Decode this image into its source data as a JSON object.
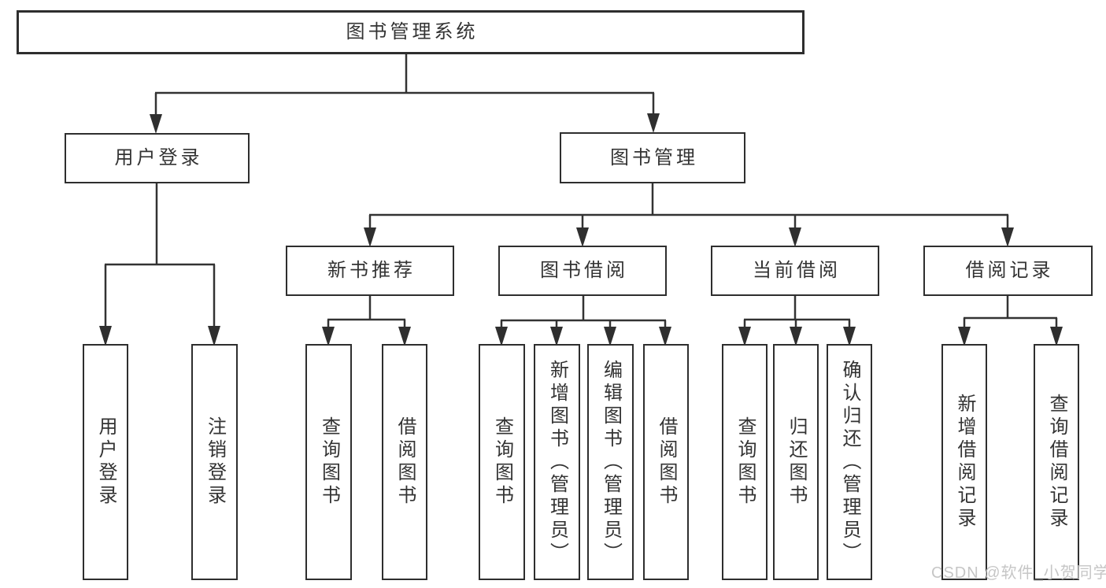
{
  "root": {
    "label": "图书管理系统"
  },
  "branches": [
    {
      "label": "用户登录",
      "leaves": [
        {
          "label": "用户登录"
        },
        {
          "label": "注销登录"
        }
      ]
    },
    {
      "label": "图书管理",
      "groups": [
        {
          "label": "新书推荐",
          "leaves": [
            {
              "label": "查询图书"
            },
            {
              "label": "借阅图书"
            }
          ]
        },
        {
          "label": "图书借阅",
          "leaves": [
            {
              "label": "查询图书"
            },
            {
              "label": "新增图书（管理员）"
            },
            {
              "label": "编辑图书（管理员）"
            },
            {
              "label": "借阅图书"
            }
          ]
        },
        {
          "label": "当前借阅",
          "leaves": [
            {
              "label": "查询图书"
            },
            {
              "label": "归还图书"
            },
            {
              "label": "确认归还（管理员）"
            }
          ]
        },
        {
          "label": "借阅记录",
          "leaves": [
            {
              "label": "新增借阅记录"
            },
            {
              "label": "查询借阅记录"
            }
          ]
        }
      ]
    }
  ],
  "watermark": {
    "text": "CSDN @软件_小贺同学"
  },
  "colors": {
    "line": "#333333",
    "box_border": "#2e2e2e",
    "text": "#333333",
    "watermark": "#c6c6c6",
    "background": "#ffffff"
  }
}
